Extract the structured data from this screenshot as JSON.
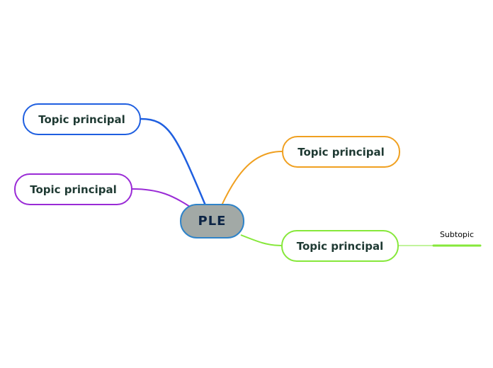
{
  "central": {
    "label": "PLE",
    "fill": "#a2a9a6",
    "border": "#2f83c8"
  },
  "topics": [
    {
      "label": "Topic principal",
      "color": "#1f5fe0"
    },
    {
      "label": "Topic principal",
      "color": "#9a2bd6"
    },
    {
      "label": "Topic principal",
      "color": "#f0a020"
    },
    {
      "label": "Topic principal",
      "color": "#86e83a"
    }
  ],
  "subtopic": {
    "label": "Subtopic",
    "color": "#86e83a"
  }
}
